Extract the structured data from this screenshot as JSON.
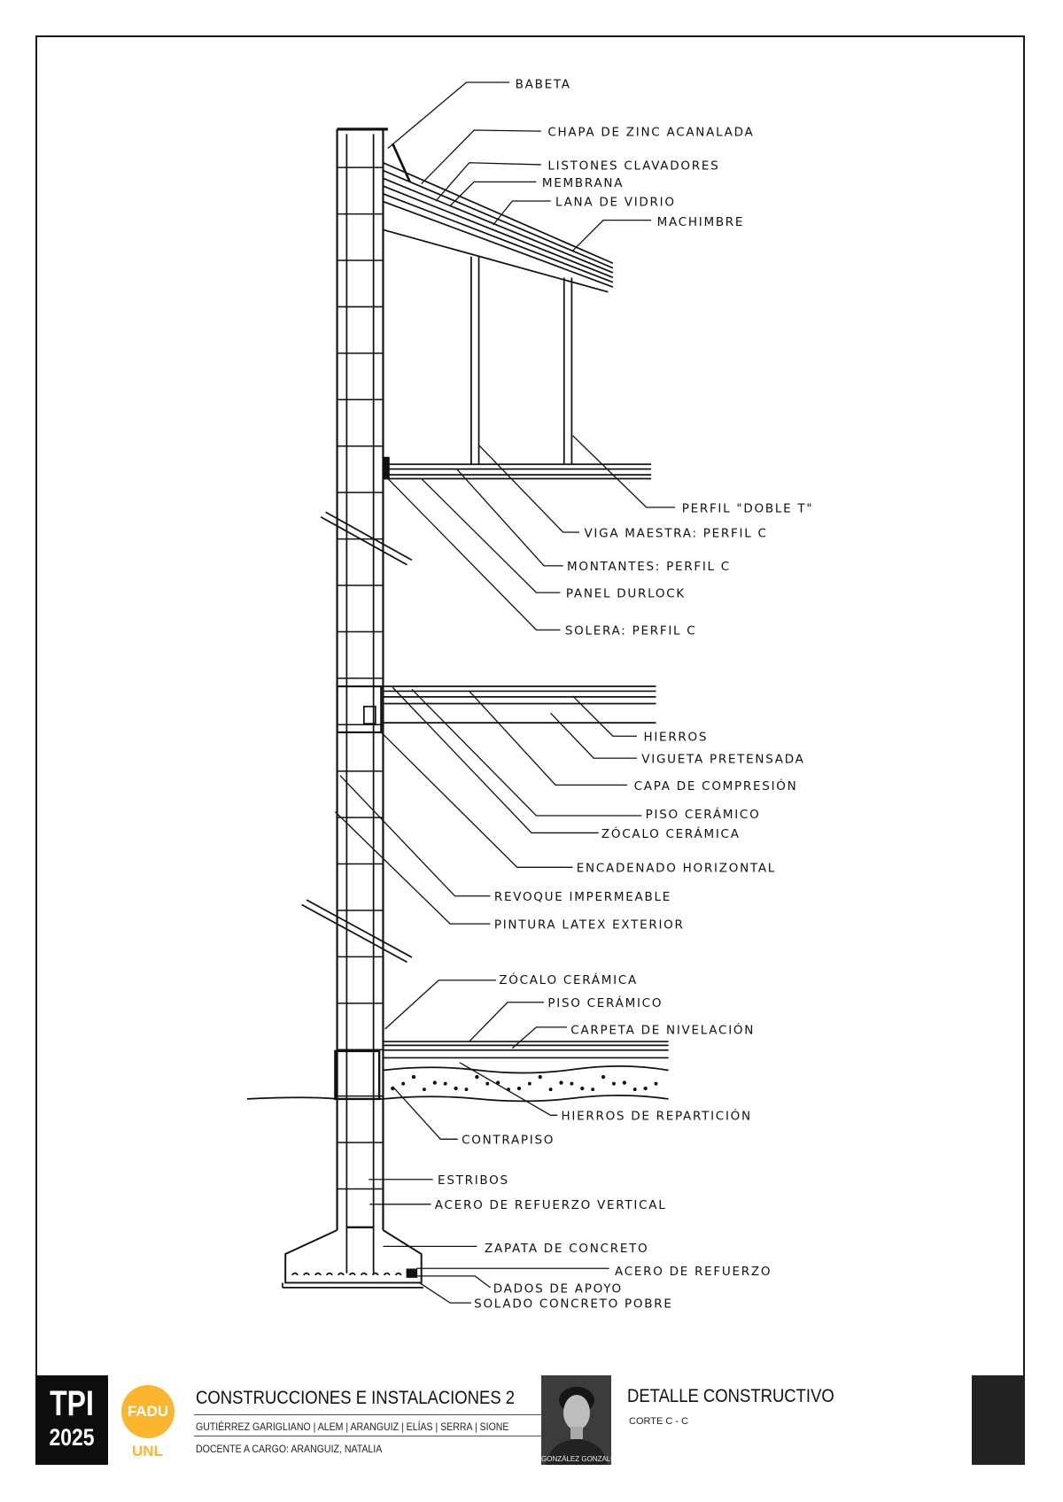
{
  "labels": [
    "BABETA",
    "CHAPA DE ZINC ACANALADA",
    "LISTONES CLAVADORES",
    "MEMBRANA",
    "LANA DE VIDRIO",
    "MACHIMBRE",
    "PERFIL \"DOBLE T\"",
    "VIGA MAESTRA: PERFIL C",
    "MONTANTES: PERFIL C",
    "PANEL DURLOCK",
    "SOLERA: PERFIL C",
    "HIERROS",
    "VIGUETA PRETENSADA",
    "CAPA DE COMPRESIÓN",
    "PISO CERÁMICO",
    "ZÓCALO CERÁMICA",
    "ENCADENADO HORIZONTAL",
    "REVOQUE IMPERMEABLE",
    "PINTURA LATEX EXTERIOR",
    "ZÓCALO CERÁMICA",
    "PISO CERÁMICO",
    "CARPETA DE NIVELACIÓN",
    "HIERROS DE REPARTICIÓN",
    "CONTRAPISO",
    "ESTRIBOS",
    "ACERO DE REFUERZO VERTICAL",
    "ZAPATA DE CONCRETO",
    "ACERO DE REFUERZO",
    "DADOS DE APOYO",
    "SOLADO CONCRETO POBRE"
  ],
  "title_block": {
    "tpi": "TPI",
    "year": "2025",
    "logo_top": "FADU",
    "logo_bottom": "UNL",
    "course": "CONSTRUCCIONES E INSTALACIONES 2",
    "authors": "GUTIÉRREZ GARIGLIANO | ALEM | ARANGUIZ | ELÍAS | SERRA | SIONE",
    "docente": "DOCENTE A CARGO: ARANGUIZ, NATALIA",
    "student": "GONZÁLEZ GONZALO",
    "sheet_title": "DETALLE CONSTRUCTIVO",
    "sheet_sub": "CORTE C - C"
  },
  "colors": {
    "logo": "#fbb52f",
    "ink": "#111111"
  }
}
